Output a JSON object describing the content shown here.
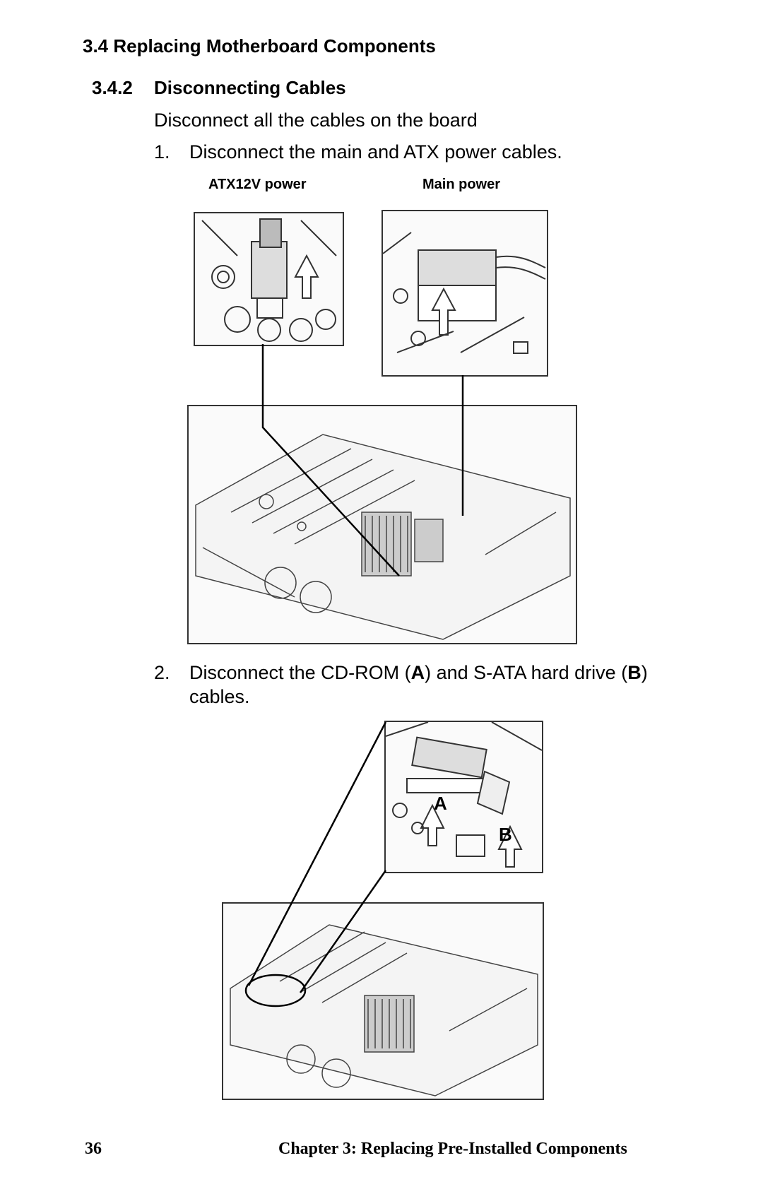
{
  "section_heading": "3.4  Replacing Motherboard Components",
  "subsection": {
    "number": "3.4.2",
    "title": "Disconnecting Cables"
  },
  "intro": "Disconnect all the cables on the board",
  "steps": [
    {
      "number": "1.",
      "text": "Disconnect the main and ATX power cables."
    },
    {
      "number": "2.",
      "text_before_a": "Disconnect the CD-ROM (",
      "a": "A",
      "text_mid": ") and S-ATA hard drive (",
      "b": "B",
      "text_after_b": ")",
      "text_line2": "cables."
    }
  ],
  "figure1": {
    "caption_left": "ATX12V power",
    "caption_right": "Main power"
  },
  "figure2": {
    "label_a": "A",
    "label_b": "B"
  },
  "footer": {
    "page": "36",
    "chapter": "Chapter 3: Replacing Pre-Installed Components"
  }
}
